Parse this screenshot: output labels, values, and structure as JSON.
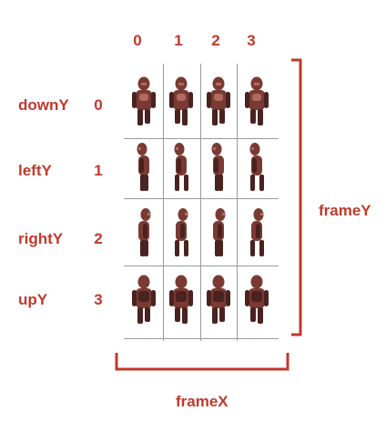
{
  "columns": [
    "0",
    "1",
    "2",
    "3"
  ],
  "rows": [
    {
      "name": "downY",
      "index": "0",
      "pose": "down"
    },
    {
      "name": "leftY",
      "index": "1",
      "pose": "left"
    },
    {
      "name": "rightY",
      "index": "2",
      "pose": "right"
    },
    {
      "name": "upY",
      "index": "3",
      "pose": "up"
    }
  ],
  "axis_labels": {
    "x": "frameX",
    "y": "frameY"
  },
  "colors": {
    "label": "#c0392b",
    "bracket": "#c0392b",
    "grid": "#9a9a9a",
    "sprite_body": "#7a3a34",
    "sprite_light": "#b06a5e",
    "sprite_dark": "#4a2220"
  }
}
